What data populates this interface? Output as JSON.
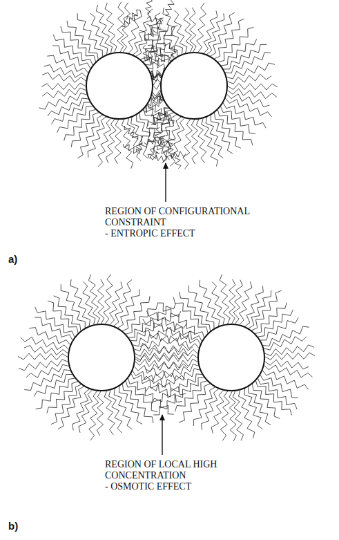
{
  "diagram": {
    "labels": [
      "REGION OF CONFIGURATIONAL CONSTRAINT",
      "- ENTROPIC EFFECT",
      "a)",
      "REGION OF LOCAL HIGH CONCENTRATION",
      "- OSMOTIC EFFECT",
      "b)"
    ]
  }
}
